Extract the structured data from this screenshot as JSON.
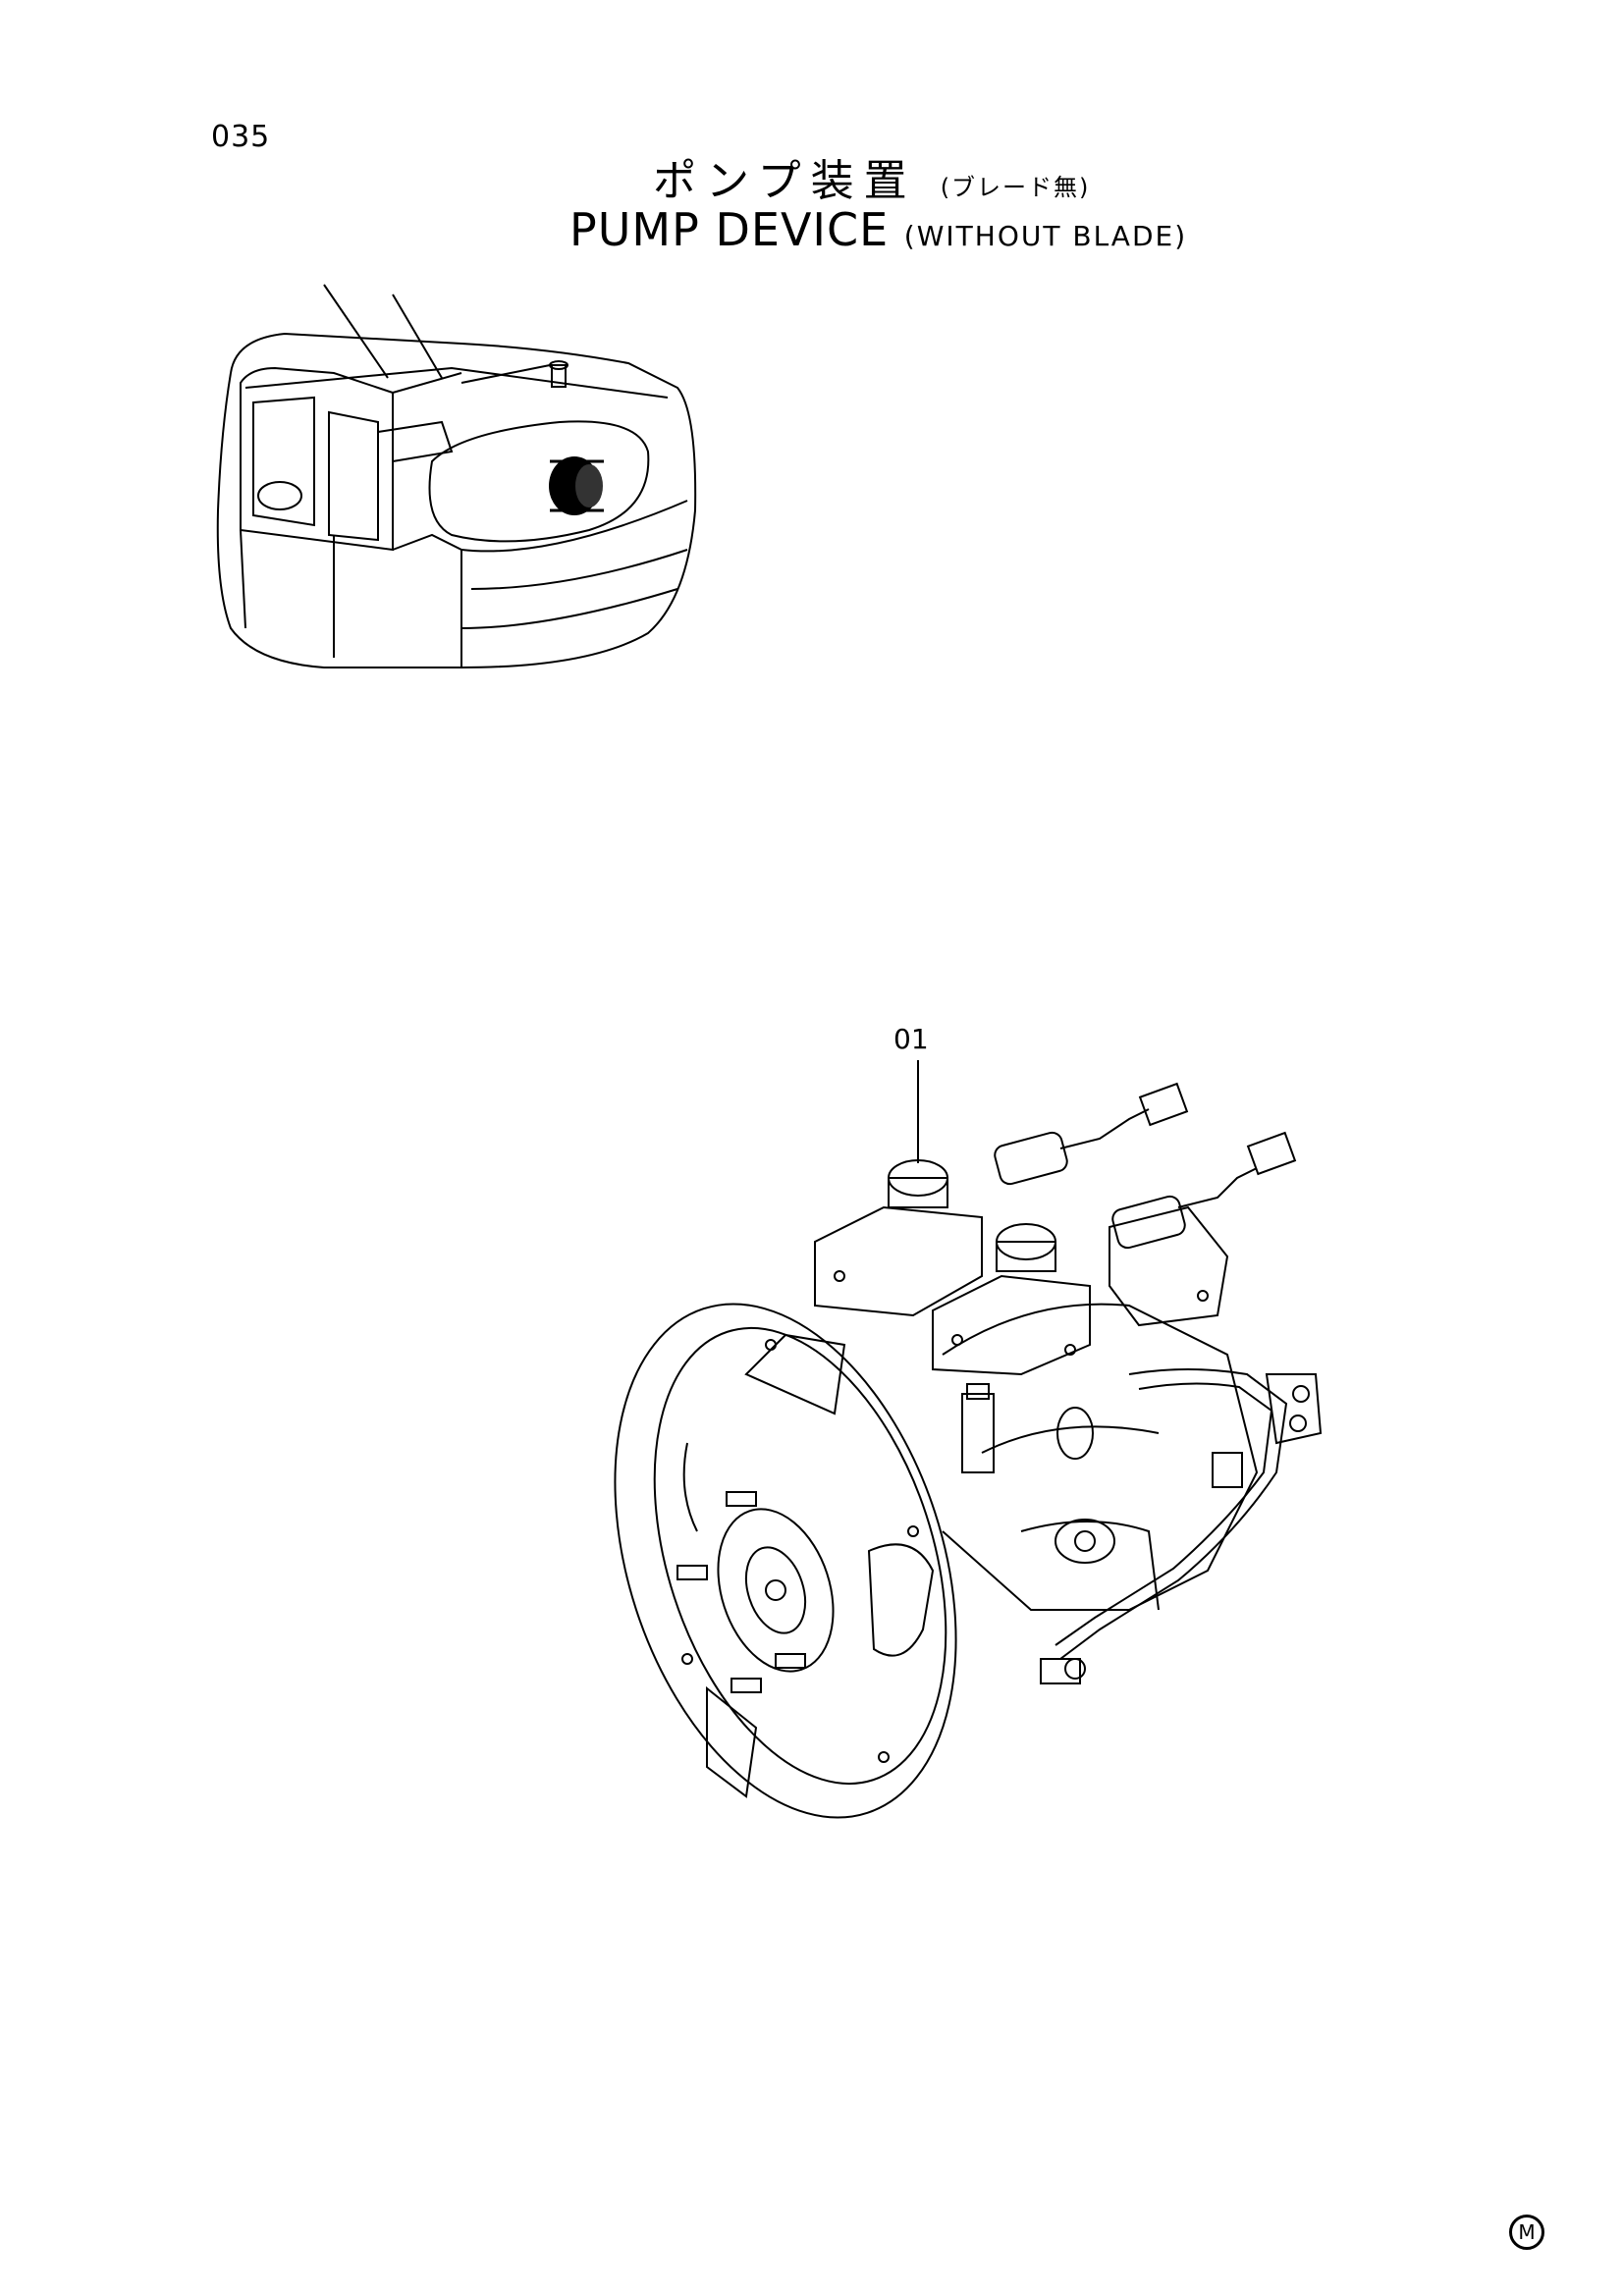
{
  "page": {
    "number": "035"
  },
  "title": {
    "jp": "ポンプ装置",
    "jp_sub": "(ブレード無)",
    "en": "PUMP DEVICE",
    "en_sub": "(WITHOUT BLADE)"
  },
  "callouts": [
    {
      "label": "01"
    }
  ],
  "footer": {
    "mark": "M"
  }
}
